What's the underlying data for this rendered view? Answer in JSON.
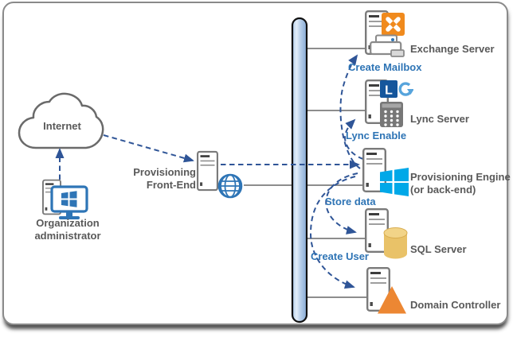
{
  "nodes": {
    "internet": {
      "label": "Internet"
    },
    "org_admin": {
      "label_line1": "Organization",
      "label_line2": "administrator"
    },
    "frontend": {
      "label_line1": "Provisioning",
      "label_line2": "Front-End"
    },
    "exchange": {
      "label": "Exchange Server"
    },
    "lync": {
      "label": "Lync Server"
    },
    "engine": {
      "label_line1": "Provisioning Engine",
      "label_line2": "(or back-end)"
    },
    "sql": {
      "label": "SQL Server"
    },
    "dc": {
      "label": "Domain Controller"
    }
  },
  "flows": {
    "create_mailbox": "Create Mailbox",
    "lync_enable": "Lync Enable",
    "store_data": "Store data",
    "create_user": "Create User"
  },
  "icons": {
    "lync_logo_letter": "L",
    "internet_cloud": "cloud outline",
    "workstation": "desktop tower with monitor",
    "server_tower": "server tower outline",
    "globe": "blue wireframe globe",
    "exchange_logo": "orange square with white x",
    "printer": "printer device with blue dot",
    "phone_keypad": "gray phone keypad",
    "refresh_arrow": "light blue circular arrow",
    "windows_logo": "cyan four-pane windows flag",
    "database_cylinder": "gold database cylinder",
    "domain_triangle": "orange triangle",
    "network_bar": "vertical blue capsule bar"
  },
  "colors": {
    "label_gray": "#595959",
    "flow_blue": "#2E74B5",
    "arrow_blue": "#2F5597",
    "line_gray": "#7D7D7D",
    "bar_light": "#E3EEFA",
    "bar_dark": "#86AAD5",
    "exchange_orange": "#F08A1D",
    "lync_blue": "#15569C",
    "windows_cyan": "#00A8E8",
    "sql_gold": "#E9C268",
    "dc_orange": "#EC8733",
    "monitor_blue": "#2E75B6"
  }
}
